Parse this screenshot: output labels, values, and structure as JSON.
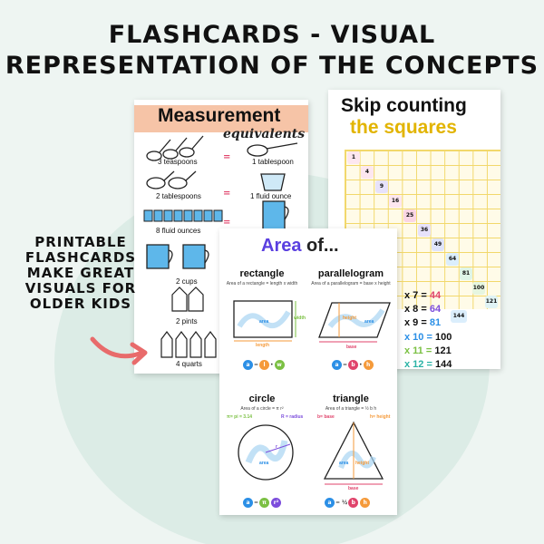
{
  "headline": {
    "line1": "FLASHCARDS - VISUAL",
    "line2": "REPRESENTATION OF THE CONCEPTS"
  },
  "side_text": [
    "PRINTABLE",
    "FLASHCARDS",
    "MAKE GREAT",
    "VISUALS FOR",
    "OLDER KIDS"
  ],
  "measurement_card": {
    "title": "Measurement",
    "subtitle": "equivalents",
    "rows": [
      {
        "left": "3 teaspoons",
        "eq": "=",
        "right": "1 tablespoon"
      },
      {
        "left": "2 tablespoons",
        "eq": "=",
        "right": "1 fluid ounce"
      },
      {
        "left": "8 fluid ounces",
        "eq": "=",
        "right": ""
      },
      {
        "left": "2 cups",
        "eq": "",
        "right": ""
      },
      {
        "left": "2 pints",
        "eq": "",
        "right": ""
      },
      {
        "left": "4 quarts",
        "eq": "",
        "right": ""
      }
    ]
  },
  "skip_card": {
    "title_line1": "Skip counting",
    "title_line2": "the squares",
    "squares": [
      "1",
      "4",
      "9",
      "16",
      "25",
      "36",
      "49",
      "64",
      "81",
      "100",
      "121",
      "144"
    ],
    "list": [
      {
        "text": "x 7 =",
        "value": "44"
      },
      {
        "text": "x 8 =",
        "value": "64"
      },
      {
        "text": "x 9 =",
        "value": "81"
      },
      {
        "text": "x 10 =",
        "value": "100"
      },
      {
        "text": "x 11 =",
        "value": "121"
      },
      {
        "text": "x 12 =",
        "value": "144"
      }
    ]
  },
  "area_card": {
    "title_hl": "Area",
    "title_rest": " of...",
    "rectangle": {
      "name": "rectangle",
      "formula": "Area of a rectangle = length x width",
      "label_area": "area",
      "label_width": "width",
      "label_length": "length",
      "chips": [
        "a",
        "l",
        "w"
      ]
    },
    "parallelogram": {
      "name": "parallelogram",
      "formula": "Area of a parallelogram = base x height",
      "label_area": "area",
      "label_height": "height",
      "label_base": "base",
      "chips": [
        "a",
        "b",
        "h"
      ]
    },
    "circle": {
      "name": "circle",
      "formula": "Area of a circle = π r²",
      "pi_note": "π= pi = 3.14",
      "r_note": "R = radius",
      "label_area": "area",
      "label_r": "r",
      "chips": [
        "a",
        "π",
        "r²"
      ]
    },
    "triangle": {
      "name": "triangle",
      "formula": "Area of a triangle = ½ b h",
      "b_note": "b= base",
      "h_note": "h= height",
      "label_area": "area",
      "label_height": "height",
      "label_base": "base",
      "chips": [
        "a",
        "½",
        "b",
        "h"
      ]
    }
  },
  "colors": {
    "background": "#eef5f2",
    "measurement_header": "#f6c4a7",
    "skip_title_yellow": "#e2b400",
    "area_purple": "#5a3fe0",
    "arrow": "#e86b6b",
    "chip_blue": "#2b8fe6",
    "chip_green": "#7bc043",
    "chip_pink": "#e0436b",
    "chip_orange": "#f59a3a",
    "chip_purple": "#7c4ddc"
  }
}
